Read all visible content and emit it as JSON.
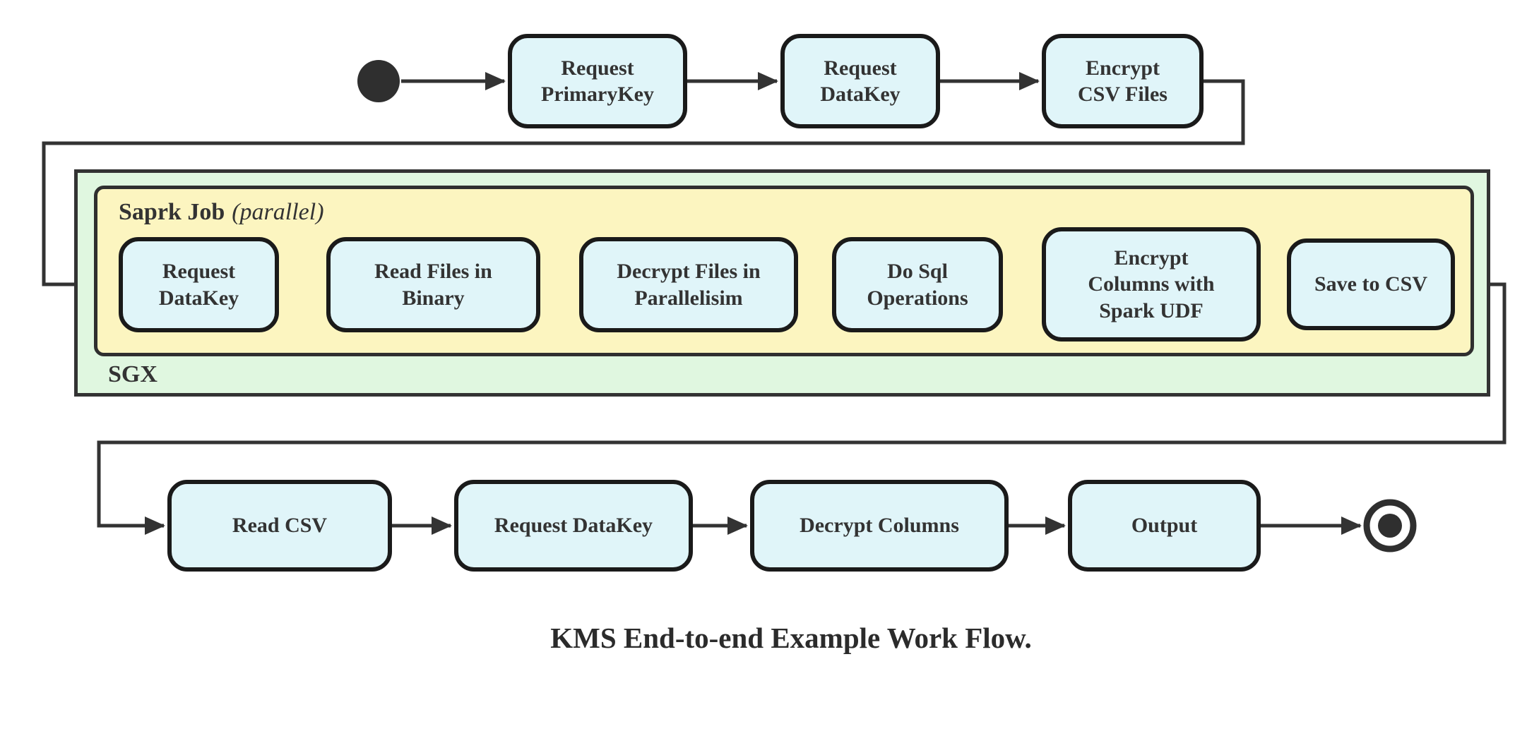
{
  "diagram": {
    "title": "KMS End-to-end Example Work Flow.",
    "colors": {
      "node_fill": "#e0f5f9",
      "node_border": "#1a1a1a",
      "sgx_container_fill": "#e0f7e0",
      "spark_container_fill": "#fcf5c0",
      "connector_line": "#333333"
    },
    "containers": {
      "sgx": {
        "label": "SGX"
      },
      "spark": {
        "label": "Saprk Job",
        "label_suffix": "(parallel)"
      }
    },
    "top_row": [
      {
        "label": "Request\nPrimaryKey"
      },
      {
        "label": "Request\nDataKey"
      },
      {
        "label": "Encrypt\nCSV Files"
      }
    ],
    "spark_row": [
      {
        "label": "Request\nDataKey"
      },
      {
        "label": "Read Files in\nBinary"
      },
      {
        "label": "Decrypt Files in\nParallelisim"
      },
      {
        "label": "Do Sql\nOperations"
      },
      {
        "label": "Encrypt\nColumns with\nSpark UDF"
      },
      {
        "label": "Save to CSV"
      }
    ],
    "bottom_row": [
      {
        "label": "Read CSV"
      },
      {
        "label": "Request DataKey"
      },
      {
        "label": "Decrypt Columns"
      },
      {
        "label": "Output"
      }
    ]
  }
}
